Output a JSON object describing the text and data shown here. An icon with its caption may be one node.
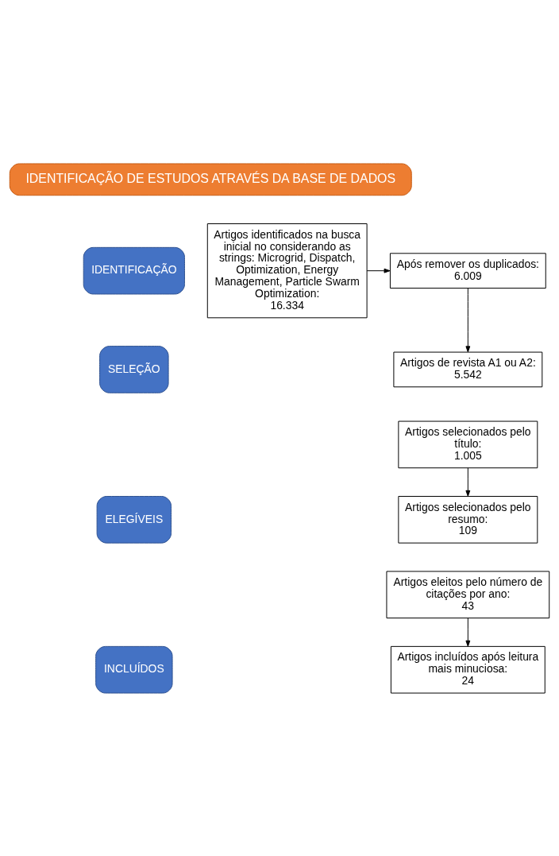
{
  "diagram": {
    "nodes": [
      {
        "text": [
          "IDENTIFICAÇÃO DE ESTUDOS ATRAVÉS DA BASE DE DADOS"
        ]
      },
      {
        "text": [
          "IDENTIFICAÇÃO"
        ]
      },
      {
        "text": [
          "Artigos identificados na busca inicial no considerando as strings: Microgrid, Dispatch, Optimization, Energy Management, Particle Swarm Optimization:",
          "16.334"
        ]
      },
      {
        "text": [
          "Após remover os duplicados:",
          "6.009"
        ]
      },
      {
        "text": [
          "SELEÇÃO"
        ]
      },
      {
        "text": [
          "Artigos de revista A1 ou A2:",
          "5.542"
        ]
      },
      {
        "text": [
          "Artigos selecionados pelo título:",
          "1.005"
        ]
      },
      {
        "text": [
          "ELEGÍVEIS"
        ]
      },
      {
        "text": [
          "Artigos selecionados pelo resumo:",
          "109"
        ]
      },
      {
        "text": [
          "Artigos eleitos pelo número de citações por ano:",
          "43"
        ]
      },
      {
        "text": [
          "INCLUÍDOS"
        ]
      },
      {
        "text": [
          "Artigos incluídos após leitura mais minuciosa:",
          "24"
        ]
      }
    ],
    "edges": [
      {
        "from": 2,
        "to": 3,
        "arrow": "to"
      },
      {
        "from": 3,
        "to": 5,
        "arrow": "to"
      },
      {
        "from": 6,
        "to": 8,
        "arrow": "to"
      },
      {
        "from": 9,
        "to": 11,
        "arrow": "to"
      }
    ]
  }
}
